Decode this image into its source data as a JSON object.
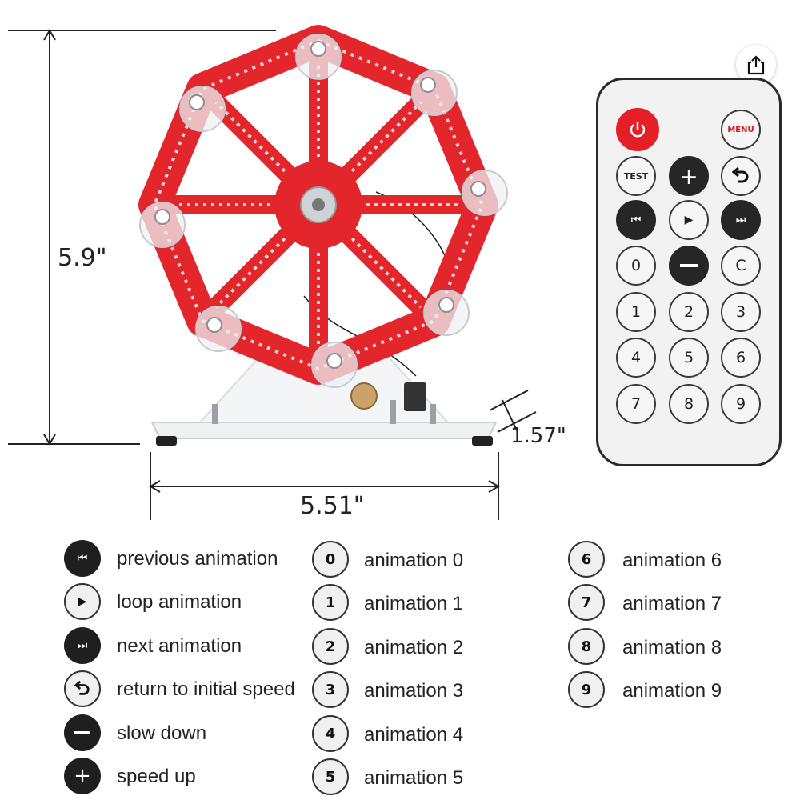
{
  "dimensions": {
    "height": "5.9\"",
    "width": "5.51\"",
    "depth": "1.57\""
  },
  "remote": {
    "menu_label": "MENU",
    "test_label": "TEST",
    "c_label": "C",
    "digits": [
      "0",
      "1",
      "2",
      "3",
      "4",
      "5",
      "6",
      "7",
      "8",
      "9"
    ]
  },
  "legend": {
    "col1": [
      {
        "icon": "previous-icon",
        "label": "previous animation"
      },
      {
        "icon": "play-icon",
        "label": "loop animation"
      },
      {
        "icon": "next-icon",
        "label": "next animation"
      },
      {
        "icon": "return-icon",
        "label": "return to initial speed"
      },
      {
        "icon": "minus-icon",
        "label": "slow down"
      },
      {
        "icon": "plus-icon",
        "label": "speed up"
      }
    ],
    "col2": [
      {
        "key": "0",
        "label": "animation 0"
      },
      {
        "key": "1",
        "label": "animation 1"
      },
      {
        "key": "2",
        "label": "animation 2"
      },
      {
        "key": "3",
        "label": "animation 3"
      },
      {
        "key": "4",
        "label": "animation 4"
      },
      {
        "key": "5",
        "label": "animation 5"
      }
    ],
    "col3": [
      {
        "key": "6",
        "label": "animation 6"
      },
      {
        "key": "7",
        "label": "animation 7"
      },
      {
        "key": "8",
        "label": "animation 8"
      },
      {
        "key": "9",
        "label": "animation 9"
      }
    ]
  },
  "colors": {
    "wheel_red": "#e3262b",
    "power_red": "#e41f26",
    "button_dark": "#262626"
  }
}
